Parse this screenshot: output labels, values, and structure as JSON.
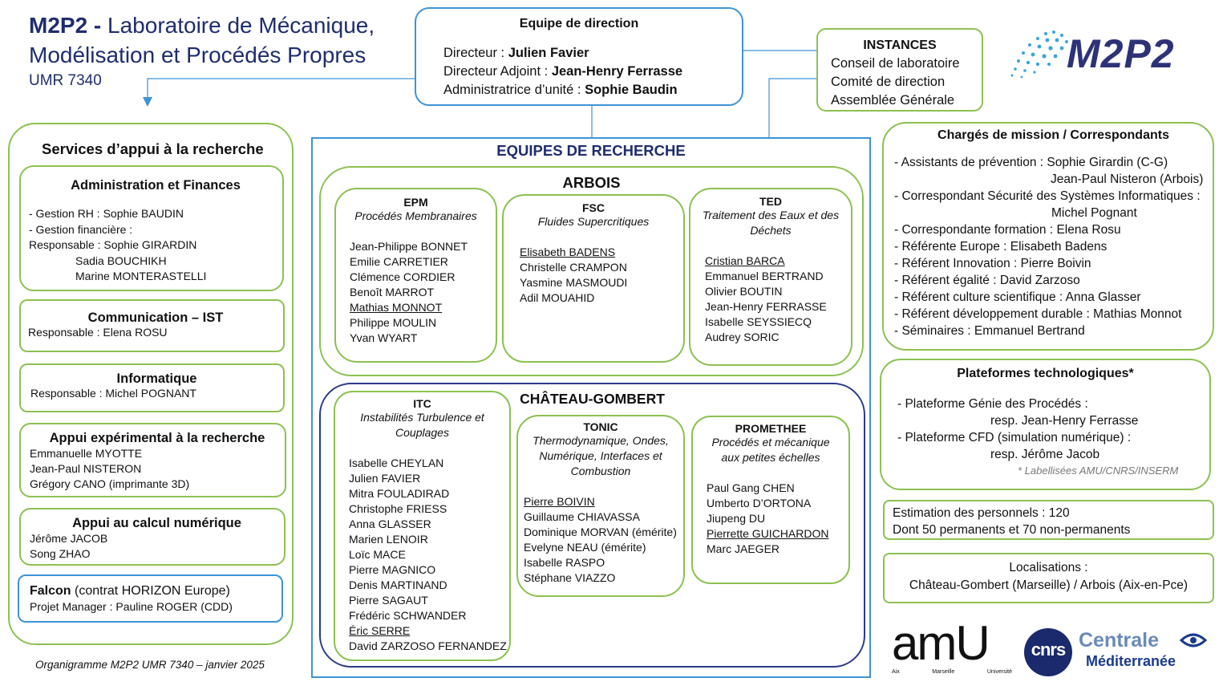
{
  "header": {
    "line1_bold": "M2P2 -",
    "line1_rest": "Laboratoire de Mécanique,",
    "line2": "Modélisation et Procédés Propres",
    "line3": "UMR 7340"
  },
  "direction": {
    "title": "Equipe de direction",
    "rows": [
      {
        "label": "Directeur : ",
        "name": "Julien Favier"
      },
      {
        "label": "Directeur Adjoint : ",
        "name": "Jean-Henry Ferrasse"
      },
      {
        "label": "Administratrice d’unité : ",
        "name": "Sophie Baudin"
      }
    ]
  },
  "instances": {
    "title": "INSTANCES",
    "items": [
      "Conseil de laboratoire",
      "Comité de direction",
      "Assemblée Générale"
    ]
  },
  "logo": {
    "text": "M2P2"
  },
  "services": {
    "title": "Services d’appui à la recherche",
    "admin": {
      "title": "Administration et Finances",
      "lines": [
        "-    Gestion RH : Sophie BAUDIN",
        "-    Gestion financière :",
        "Responsable : Sophie GIRARDIN",
        "Sadia BOUCHIKH",
        "Marine MONTERASTELLI"
      ]
    },
    "comm": {
      "title": "Communication – IST",
      "lines": [
        "Responsable : Elena ROSU"
      ]
    },
    "info": {
      "title": "Informatique",
      "lines": [
        "Responsable : Michel POGNANT"
      ]
    },
    "exp": {
      "title": "Appui expérimental à la recherche",
      "lines": [
        "Emmanuelle MYOTTE",
        "Jean-Paul NISTERON",
        "Grégory CANO (imprimante 3D)"
      ]
    },
    "calc": {
      "title": "Appui au calcul numérique",
      "lines": [
        "Jérôme JACOB",
        "Song ZHAO"
      ]
    },
    "falcon": {
      "title": "Falcon",
      "subtitle": " (contrat HORIZON Europe)",
      "lines": [
        "Projet Manager : Pauline ROGER (CDD)"
      ]
    }
  },
  "footer_caption": "Organigramme M2P2 UMR 7340 – janvier 2025",
  "research": {
    "title": "EQUIPES DE RECHERCHE",
    "arbois": {
      "title": "ARBOIS",
      "epm": {
        "code": "EPM",
        "desc": "Procédés Membranaires",
        "members": [
          "Jean-Philippe BONNET",
          "Emilie CARRETIER",
          "Clémence CORDIER",
          "Benoît MARROT",
          "Mathias MONNOT",
          "Philippe MOULIN",
          "Yvan WYART"
        ]
      },
      "fsc": {
        "code": "FSC",
        "desc": "Fluides Supercritiques",
        "members": [
          "Elisabeth BADENS",
          "Christelle CRAMPON",
          "Yasmine MASMOUDI",
          "Adil MOUAHID"
        ]
      },
      "ted": {
        "code": "TED",
        "desc": "Traitement des Eaux et des Déchets",
        "members": [
          "Cristian BARCA",
          "Emmanuel BERTRAND",
          "Olivier BOUTIN",
          "Jean-Henry FERRASSE",
          "Isabelle SEYSSIECQ",
          "Audrey SORIC"
        ]
      }
    },
    "cg": {
      "title": "CHÂTEAU-GOMBERT",
      "itc": {
        "code": "ITC",
        "desc": "Instabilités Turbulence et Couplages",
        "members": [
          "Isabelle CHEYLAN",
          "Julien FAVIER",
          "Mitra FOULADIRAD",
          "Christophe FRIESS",
          "Anna GLASSER",
          "Marien LENOIR",
          "Loïc MACE",
          "Pierre MAGNICO",
          "Denis MARTINAND",
          "Pierre SAGAUT",
          "Frédéric SCHWANDER",
          "Éric SERRE",
          "David ZARZOSO FERNANDEZ"
        ]
      },
      "tonic": {
        "code": "TONIC",
        "desc": "Thermodynamique, Ondes, Numérique, Interfaces et Combustion",
        "members": [
          "Pierre BOIVIN",
          "Guillaume CHIAVASSA",
          "Dominique MORVAN (émérite)",
          "Evelyne NEAU (émérite)",
          "Isabelle RASPO",
          "Stéphane VIAZZO"
        ]
      },
      "promethee": {
        "code": "PROMETHEE",
        "desc": "Procédés et mécanique aux petites échelles",
        "members": [
          "Paul Gang CHEN",
          "Umberto D’ORTONA",
          "Jiupeng DU",
          "Pierrette GUICHARDON",
          "Marc JAEGER"
        ]
      }
    }
  },
  "missions": {
    "title": "Chargés de mission / Correspondants",
    "lines": [
      "- Assistants de prévention : Sophie Girardin (C-G)",
      "Jean-Paul Nisteron (Arbois)",
      "- Correspondant Sécurité des Systèmes Informatiques :",
      "Michel Pognant",
      "- Correspondante formation : Elena Rosu",
      "- Référente Europe : Elisabeth Badens",
      "- Référent Innovation : Pierre Boivin",
      "- Référent égalité : David Zarzoso",
      "- Référent culture scientifique : Anna Glasser",
      "- Référent développement durable  : Mathias Monnot",
      "- Séminaires : Emmanuel Bertrand"
    ]
  },
  "platforms": {
    "title": "Plateformes technologiques*",
    "lines": [
      "-     Plateforme Génie des Procédés :",
      "resp. Jean-Henry Ferrasse",
      "-     Plateforme CFD (simulation numérique) :",
      "resp. Jérôme Jacob"
    ],
    "note": "*  Labellisées AMU/CNRS/INSERM"
  },
  "staff": {
    "lines": [
      "Estimation des personnels : 120",
      "Dont 50 permanents et 70 non-permanents"
    ]
  },
  "locations": {
    "title": "Localisations :",
    "line": "Château-Gombert (Marseille) / Arbois (Aix-en-Pce)"
  },
  "partners": {
    "amu": "amU",
    "amu_small": [
      "Aix",
      "Marseille",
      "Université"
    ],
    "cnrs": "cnrs",
    "centrale1": "Centrale",
    "centrale2": "Méditerranée"
  }
}
